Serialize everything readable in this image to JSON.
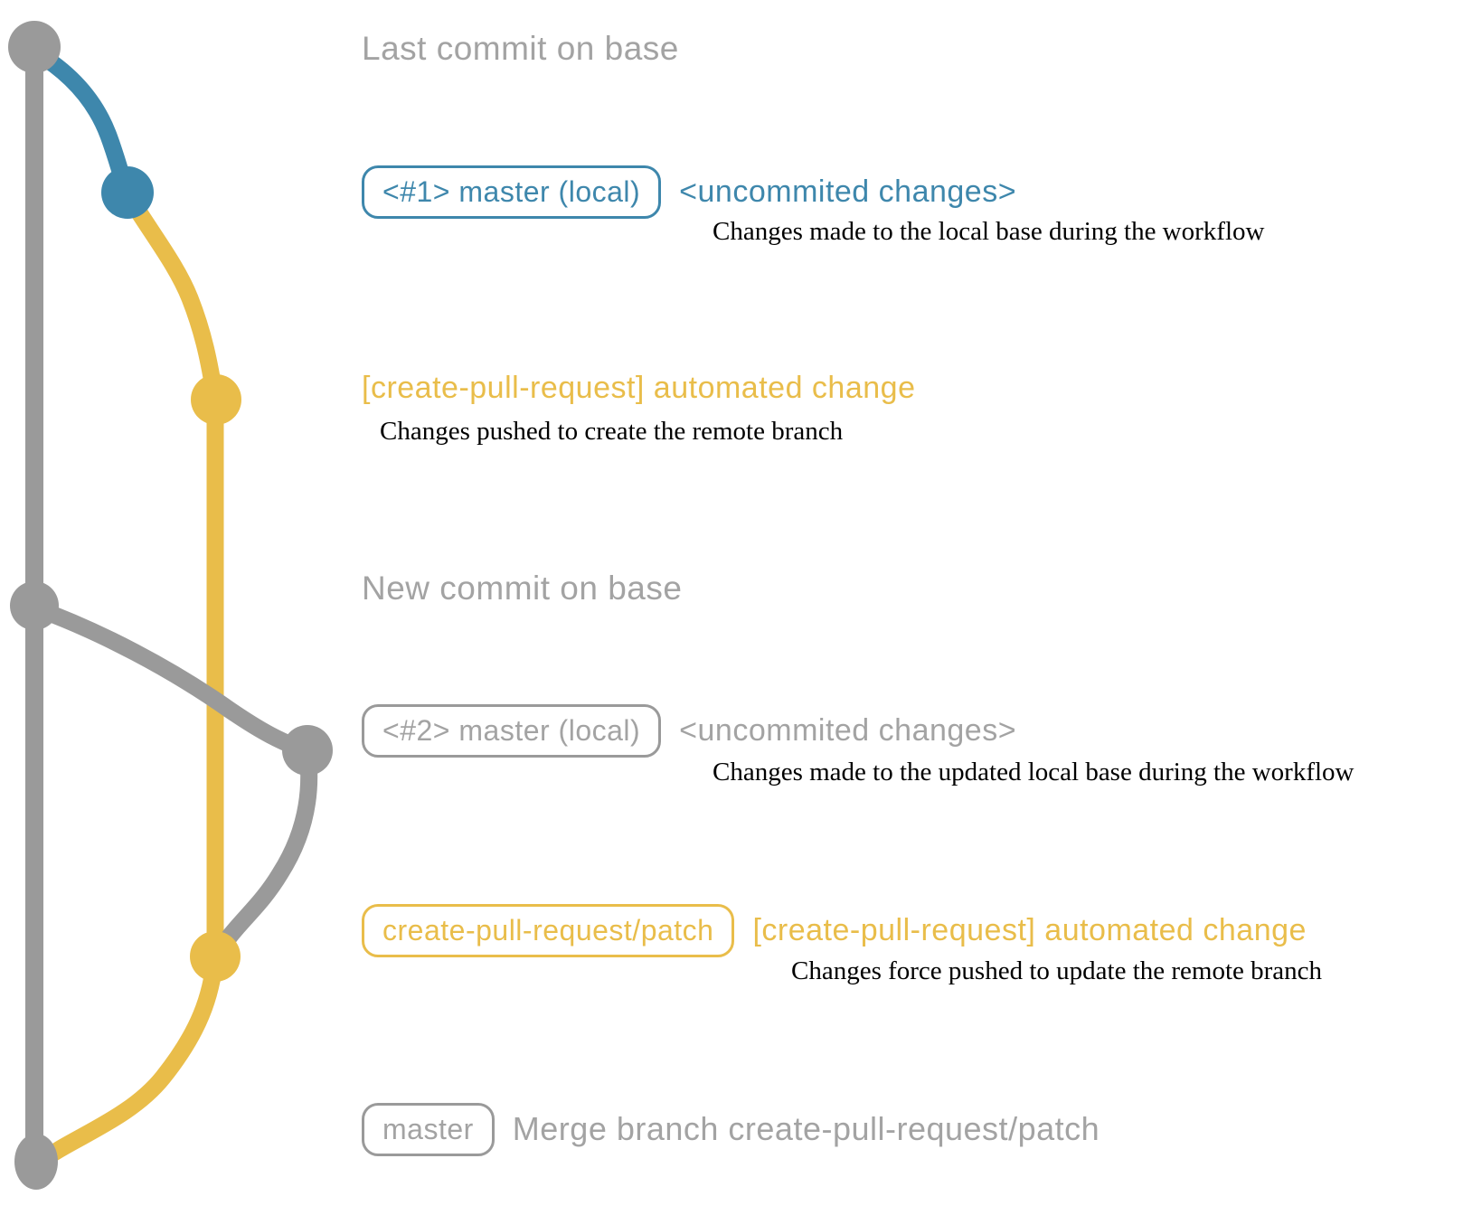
{
  "colors": {
    "blue": "#3e87ac",
    "yellow": "#e9bd4a",
    "grayline": "#9a9a9a",
    "graytext": "#a3a3a3",
    "desc": "#000000"
  },
  "captions": {
    "last_commit": "Last commit on base",
    "new_commit": "New commit on base"
  },
  "row1": {
    "badge": "<#1> master (local)",
    "title": "<uncommited changes>",
    "desc": "Changes made to the local base during the workflow"
  },
  "row2": {
    "title": "[create-pull-request] automated change",
    "desc": "Changes pushed to create the remote branch"
  },
  "row3": {
    "badge": "<#2> master (local)",
    "title": "<uncommited changes>",
    "desc": "Changes made to the updated local base during the workflow"
  },
  "row4": {
    "badge": "create-pull-request/patch",
    "title": "[create-pull-request] automated change",
    "desc": "Changes force pushed to update the remote branch"
  },
  "row5": {
    "badge": "master",
    "title": "Merge branch create-pull-request/patch"
  }
}
